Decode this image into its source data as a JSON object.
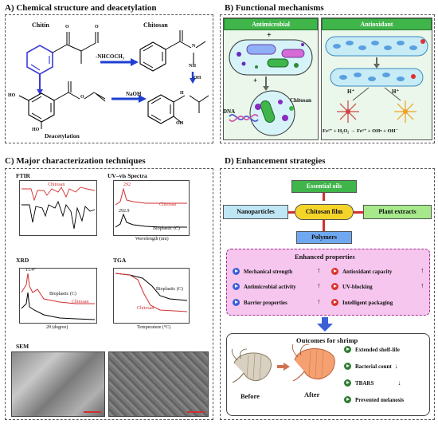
{
  "panelA": {
    "title": "A) Chemical structure and deacetylation",
    "chitin": "Chitin",
    "chitosan": "Chitosan",
    "reagent1": "-NHCOCH₃",
    "reagent2": "NaOH",
    "deacetylation": "Deacetylation",
    "ho1": "HO",
    "ho2": "HO",
    "oh1": "OH",
    "oh2": "-OH",
    "o1": "O",
    "o2": "O",
    "o3": "O",
    "n1": "N",
    "nh": "NH",
    "h1": "H"
  },
  "panelB": {
    "title": "B) Functional mechanisms",
    "antimicrobial": "Antimicrobial",
    "antioxidant": "Antioxidant",
    "dna": "DNA",
    "chitosan": "Chitosan",
    "hplus1": "H⁺",
    "hplus2": "H⁺",
    "equation": "Fe²⁺ + H₂O₂ → Fe³⁺ + OH• + OH⁻"
  },
  "panelC": {
    "title": "C) Major characterization techniques",
    "ftir": "FTIR",
    "uvvis": "UV–vis Spectra",
    "xrd": "XRD",
    "tga": "TGA",
    "sem": "SEM",
    "chitosan": "Chitosan",
    "bioplastic": "Bioplastic (C)",
    "xrd_x": "2θ (degree)",
    "uv_x": "Wavelength (nm)",
    "tga_x": "Temperature (°C)",
    "uv_peak": "292.9",
    "uv_peak2": "292",
    "xrd_peak": "11.4°"
  },
  "panelD": {
    "title": "D) Enhancement strategies",
    "essential_oils": "Essential oils",
    "nanoparticles": "Nanoparticles",
    "chitosan_film": "Chitosan film",
    "plant_extracts": "Plant extracts",
    "polymers": "Polymers",
    "enhanced_title": "Enhanced properties",
    "props_left": [
      "Mechanical strength",
      "Antimicrobial activity",
      "Barrier properties"
    ],
    "props_right": [
      "Antioxidant capacity",
      "UV-blocking",
      "Intelligent packaging"
    ],
    "outcomes_title": "Outcomes for shrimp",
    "before": "Before",
    "after": "After",
    "outcomes": [
      "Extended shelf-life",
      "Bacterial count",
      "TBARS",
      "Prevented melanosis"
    ],
    "arrow_up": "↑",
    "arrow_down": "↓"
  },
  "colors": {
    "green": "#3fb54a",
    "blue_accent": "#3b5fd6",
    "pink_bg": "#f7c6ef",
    "chitosan_yellow": "#f5d42a",
    "nano_blue": "#bfe6f5",
    "plant_green": "#a6e88a",
    "polymer_blue": "#6fa8f0"
  }
}
